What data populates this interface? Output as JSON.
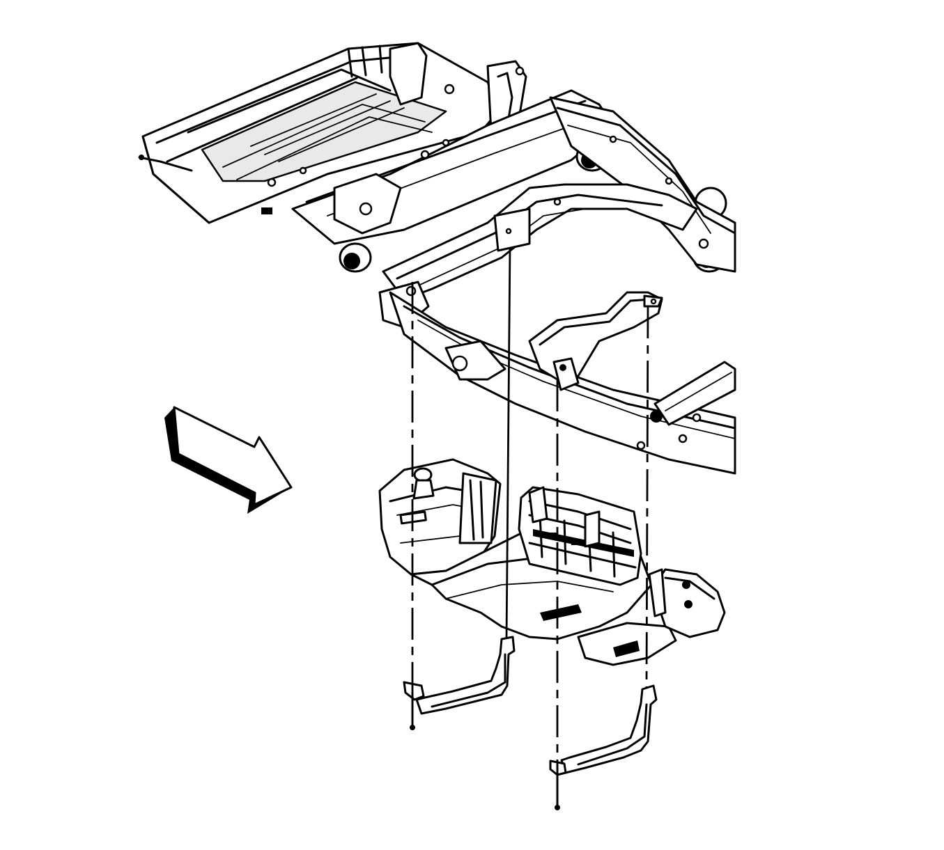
{
  "diagram": {
    "caption": "",
    "colors": {
      "line": "#000000",
      "fill": "#ffffff",
      "shade": "#e9e9e9"
    },
    "parts": [
      "vehicle-frame",
      "fuel-tank",
      "fuel-tank-shield",
      "front-fuel-tank-strap",
      "rear-fuel-tank-strap",
      "strap-bolt",
      "vehicle-front-arrow"
    ]
  }
}
